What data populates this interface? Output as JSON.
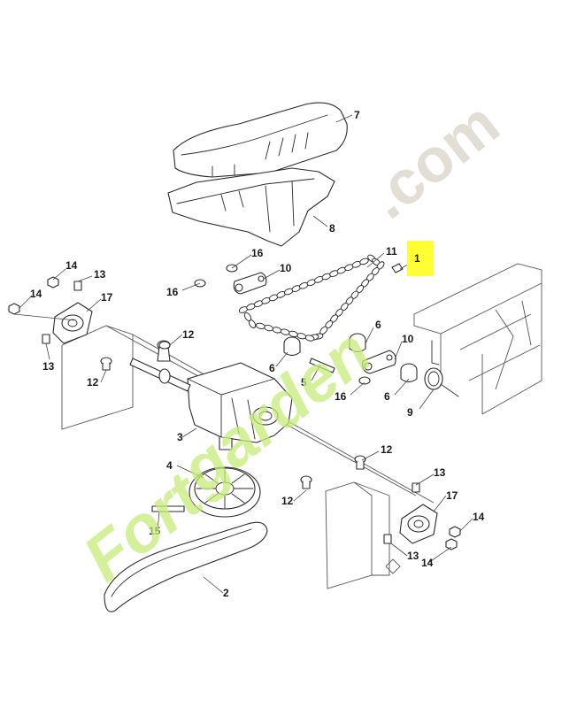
{
  "diagram": {
    "callouts": {
      "c1": "1",
      "c2": "2",
      "c3": "3",
      "c4": "4",
      "c5": "5",
      "c6a": "6",
      "c6b": "6",
      "c6c": "6",
      "c7": "7",
      "c8": "8",
      "c9": "9",
      "c10a": "10",
      "c10b": "10",
      "c11": "11",
      "c12a": "12",
      "c12b": "12",
      "c12c": "12",
      "c12d": "12",
      "c13a": "13",
      "c13b": "13",
      "c13c": "13",
      "c13d": "13",
      "c14a": "14",
      "c14b": "14",
      "c14c": "14",
      "c14d": "14",
      "c15": "15",
      "c16a": "16",
      "c16b": "16",
      "c16c": "16",
      "c17a": "17",
      "c17b": "17"
    },
    "highlight_color": "#ffff33"
  },
  "watermark": {
    "brand_a": "Fort",
    "brand_b": "garden",
    "brand_tld": ".com",
    "color_green": "#c8eb7a",
    "color_gray": "#d9d2c8"
  }
}
